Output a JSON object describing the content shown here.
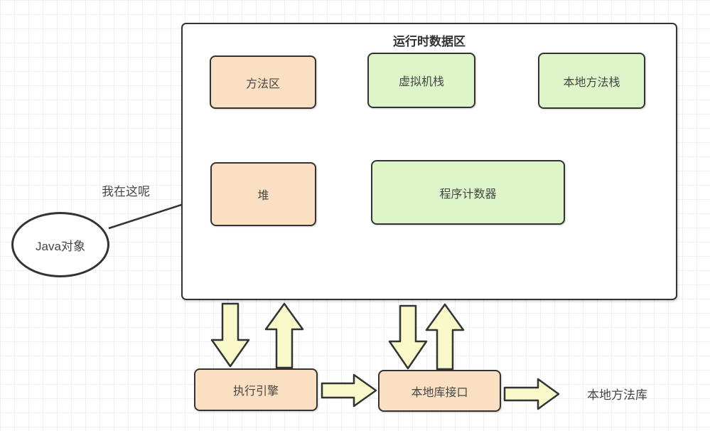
{
  "diagram": {
    "title": "运行时数据区",
    "runtime_area": {
      "method_area": "方法区",
      "vm_stack": "虚拟机栈",
      "native_method_stack": "本地方法栈",
      "heap": "堆",
      "program_counter": "程序计数器"
    },
    "java_object": "Java对象",
    "annotation": "我在这呢",
    "engine": {
      "execution_engine": "执行引擎",
      "native_interface": "本地库接口",
      "native_library": "本地方法库"
    },
    "colors": {
      "box_orange": "#fbdfc2",
      "box_green": "#ddf5c8",
      "arrow_yellow": "#f8f8c9",
      "stroke": "#333333",
      "text": "#464646",
      "grid_line": "#f0f0f2"
    }
  }
}
